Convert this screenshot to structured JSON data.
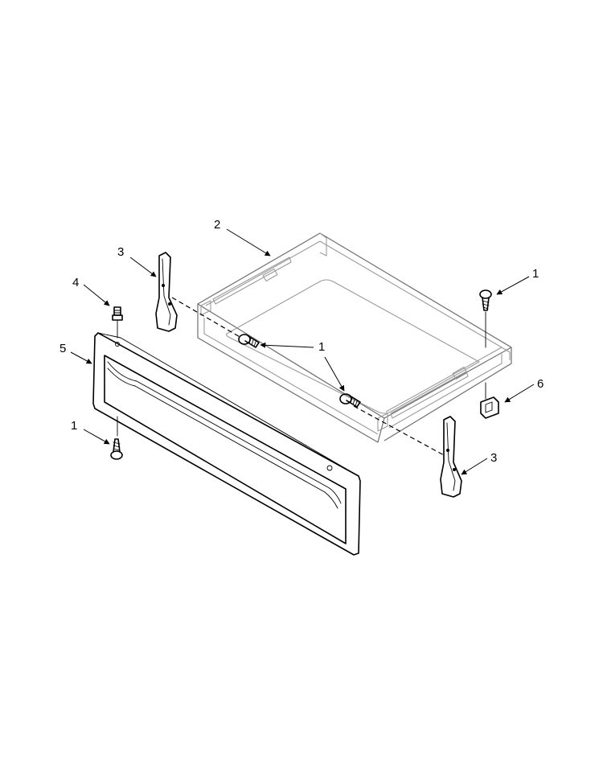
{
  "callouts": {
    "c1_right": "1",
    "c2": "2",
    "c3_left": "3",
    "c4": "4",
    "c5": "5",
    "c1_center": "1",
    "c6": "6",
    "c1_left": "1",
    "c3_right": "3"
  }
}
